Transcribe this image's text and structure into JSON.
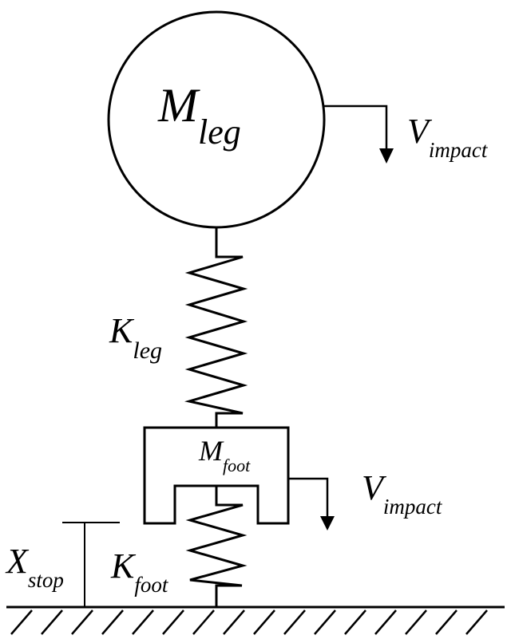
{
  "labels": {
    "m_leg": {
      "main": "M",
      "sub": "leg"
    },
    "v_impact_top": {
      "main": "V",
      "sub": "impact"
    },
    "k_leg": {
      "main": "K",
      "sub": "leg"
    },
    "m_foot": {
      "main": "M",
      "sub": "foot"
    },
    "v_impact_bottom": {
      "main": "V",
      "sub": "impact"
    },
    "x_stop": {
      "main": "X",
      "sub": "stop"
    },
    "k_foot": {
      "main": "K",
      "sub": "foot"
    }
  }
}
